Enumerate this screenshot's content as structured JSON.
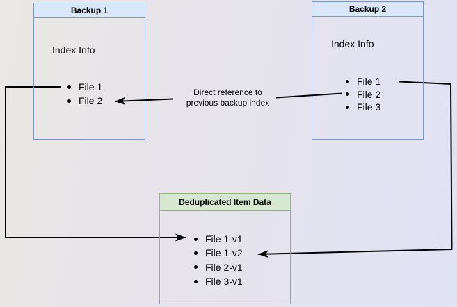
{
  "diagram": {
    "boxes": {
      "backup1": {
        "title": "Backup 1",
        "subtitle": "Index Info",
        "items": [
          "File 1",
          "File 2"
        ]
      },
      "backup2": {
        "title": "Backup 2",
        "subtitle": "Index Info",
        "items": [
          "File 1",
          "File 2",
          "File 3"
        ]
      },
      "dedup": {
        "title": "Deduplicated Item Data",
        "items": [
          "File 1-v1",
          "File 1-v2",
          "File 2-v1",
          "File 3-v1"
        ]
      }
    },
    "edge_label": {
      "line1": "Direct reference to",
      "line2": "previous backup index"
    },
    "colors": {
      "blue_fill": "#d8e7fa",
      "blue_border": "#7b97c6",
      "green_fill": "#d6e8d2",
      "green_border": "#8cb97a",
      "connector": "#000000",
      "bg_left": "#eae7e5",
      "bg_mid": "#e5e3eb",
      "bg_right": "#e0e2f5"
    }
  }
}
